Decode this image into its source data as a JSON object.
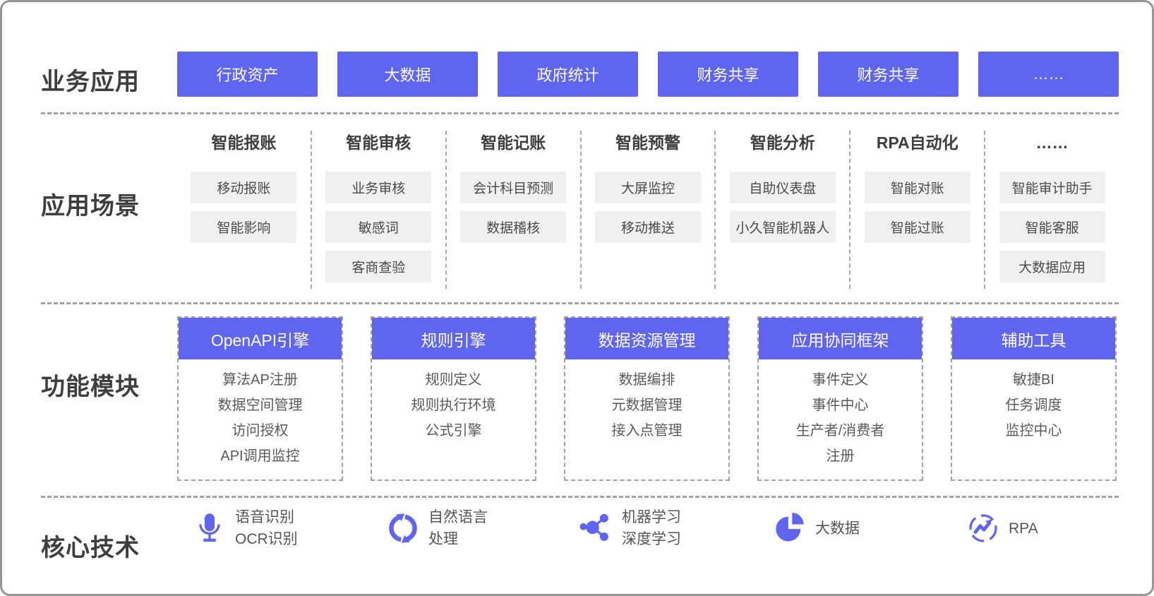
{
  "colors": {
    "accent": "#6065ef",
    "chip_bg": "#f0f0f0",
    "dash": "#a3a3a3"
  },
  "business": {
    "label": "业务应用",
    "buttons": [
      "行政资产",
      "大数据",
      "政府统计",
      "财务共享",
      "财务共享",
      "……"
    ]
  },
  "scenarios": {
    "label": "应用场景",
    "columns": [
      {
        "header": "智能报账",
        "items": [
          "移动报账",
          "智能影响"
        ]
      },
      {
        "header": "智能审核",
        "items": [
          "业务审核",
          "敏感词",
          "客商查验"
        ]
      },
      {
        "header": "智能记账",
        "items": [
          "会计科目预测",
          "数据稽核"
        ]
      },
      {
        "header": "智能预警",
        "items": [
          "大屏监控",
          "移动推送"
        ]
      },
      {
        "header": "智能分析",
        "items": [
          "自助仪表盘",
          "小久智能机器人"
        ]
      },
      {
        "header": "RPA自动化",
        "items": [
          "智能对账",
          "智能过账"
        ]
      },
      {
        "header": "……",
        "items": [
          "智能审计助手",
          "智能客服",
          "大数据应用"
        ]
      }
    ]
  },
  "modules": {
    "label": "功能模块",
    "cards": [
      {
        "header": "OpenAPI引擎",
        "items": [
          "算法AP注册",
          "数据空间管理",
          "访问授权",
          "API调用监控"
        ]
      },
      {
        "header": "规则引擎",
        "items": [
          "规则定义",
          "规则执行环境",
          "公式引擎"
        ]
      },
      {
        "header": "数据资源管理",
        "items": [
          "数据编排",
          "元数据管理",
          "接入点管理"
        ]
      },
      {
        "header": "应用协同框架",
        "items": [
          "事件定义",
          "事件中心",
          "生产者/消费者\n注册"
        ]
      },
      {
        "header": "辅助工具",
        "items": [
          "敏捷BI",
          "任务调度",
          "监控中心"
        ]
      }
    ]
  },
  "technologies": {
    "label": "核心技术",
    "groups": [
      {
        "icon": "microphone-icon",
        "label": "语音识别\nOCR识别"
      },
      {
        "icon": "sync-icon",
        "label": "自然语言\n处理"
      },
      {
        "icon": "network-icon",
        "label": "机器学习\n深度学习"
      },
      {
        "icon": "pie-chart-icon",
        "label": "大数据"
      },
      {
        "icon": "trend-circle-icon",
        "label": "RPA"
      }
    ]
  }
}
